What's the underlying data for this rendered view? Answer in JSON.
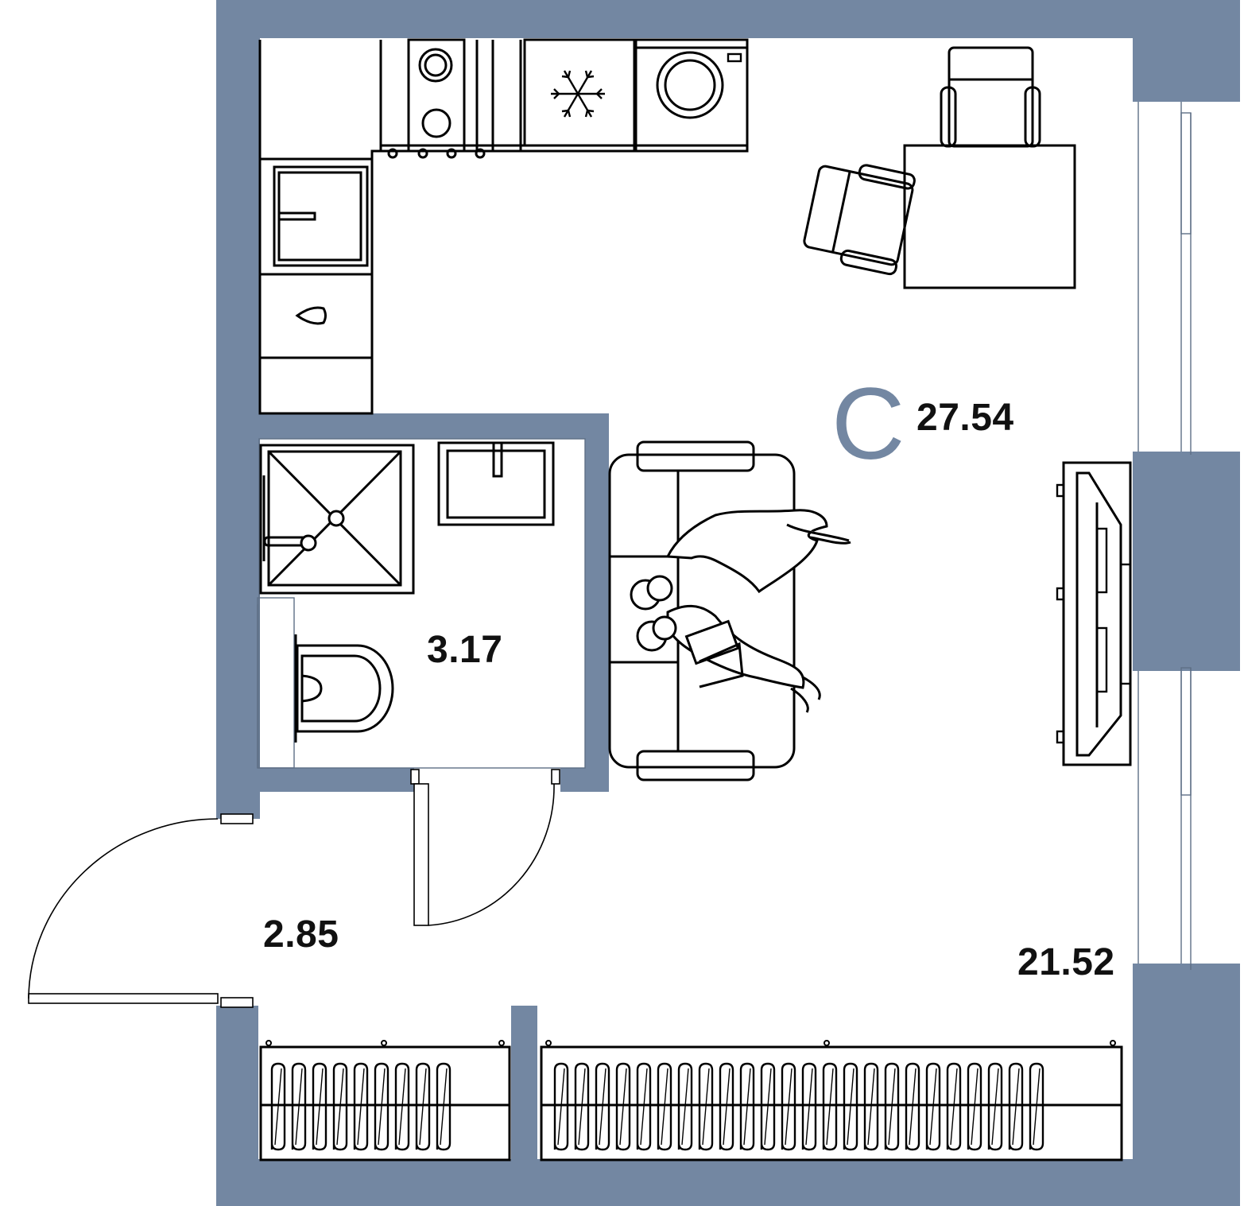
{
  "colors": {
    "wall": "#7387a2",
    "accent": "#7387a2",
    "line": "#000000",
    "background": "#ffffff"
  },
  "plan": {
    "type_letter": "С",
    "total_area": "27.54",
    "rooms": [
      {
        "id": "living-kitchen",
        "area": "21.52"
      },
      {
        "id": "bathroom",
        "area": "3.17"
      },
      {
        "id": "hallway",
        "area": "2.85"
      }
    ]
  },
  "icons": [
    "kitchen-cabinet-icon",
    "stove-icon",
    "fridge-snowflake-icon",
    "washing-machine-icon",
    "sink-icon",
    "dishwasher-icon",
    "dining-table-icon",
    "chair-icon",
    "shower-icon",
    "bathroom-sink-icon",
    "toilet-icon",
    "sofa-icon",
    "people-on-sofa-icon",
    "tv-stand-icon",
    "wardrobe-icon",
    "radiator-icon",
    "window-icon",
    "door-icon"
  ]
}
